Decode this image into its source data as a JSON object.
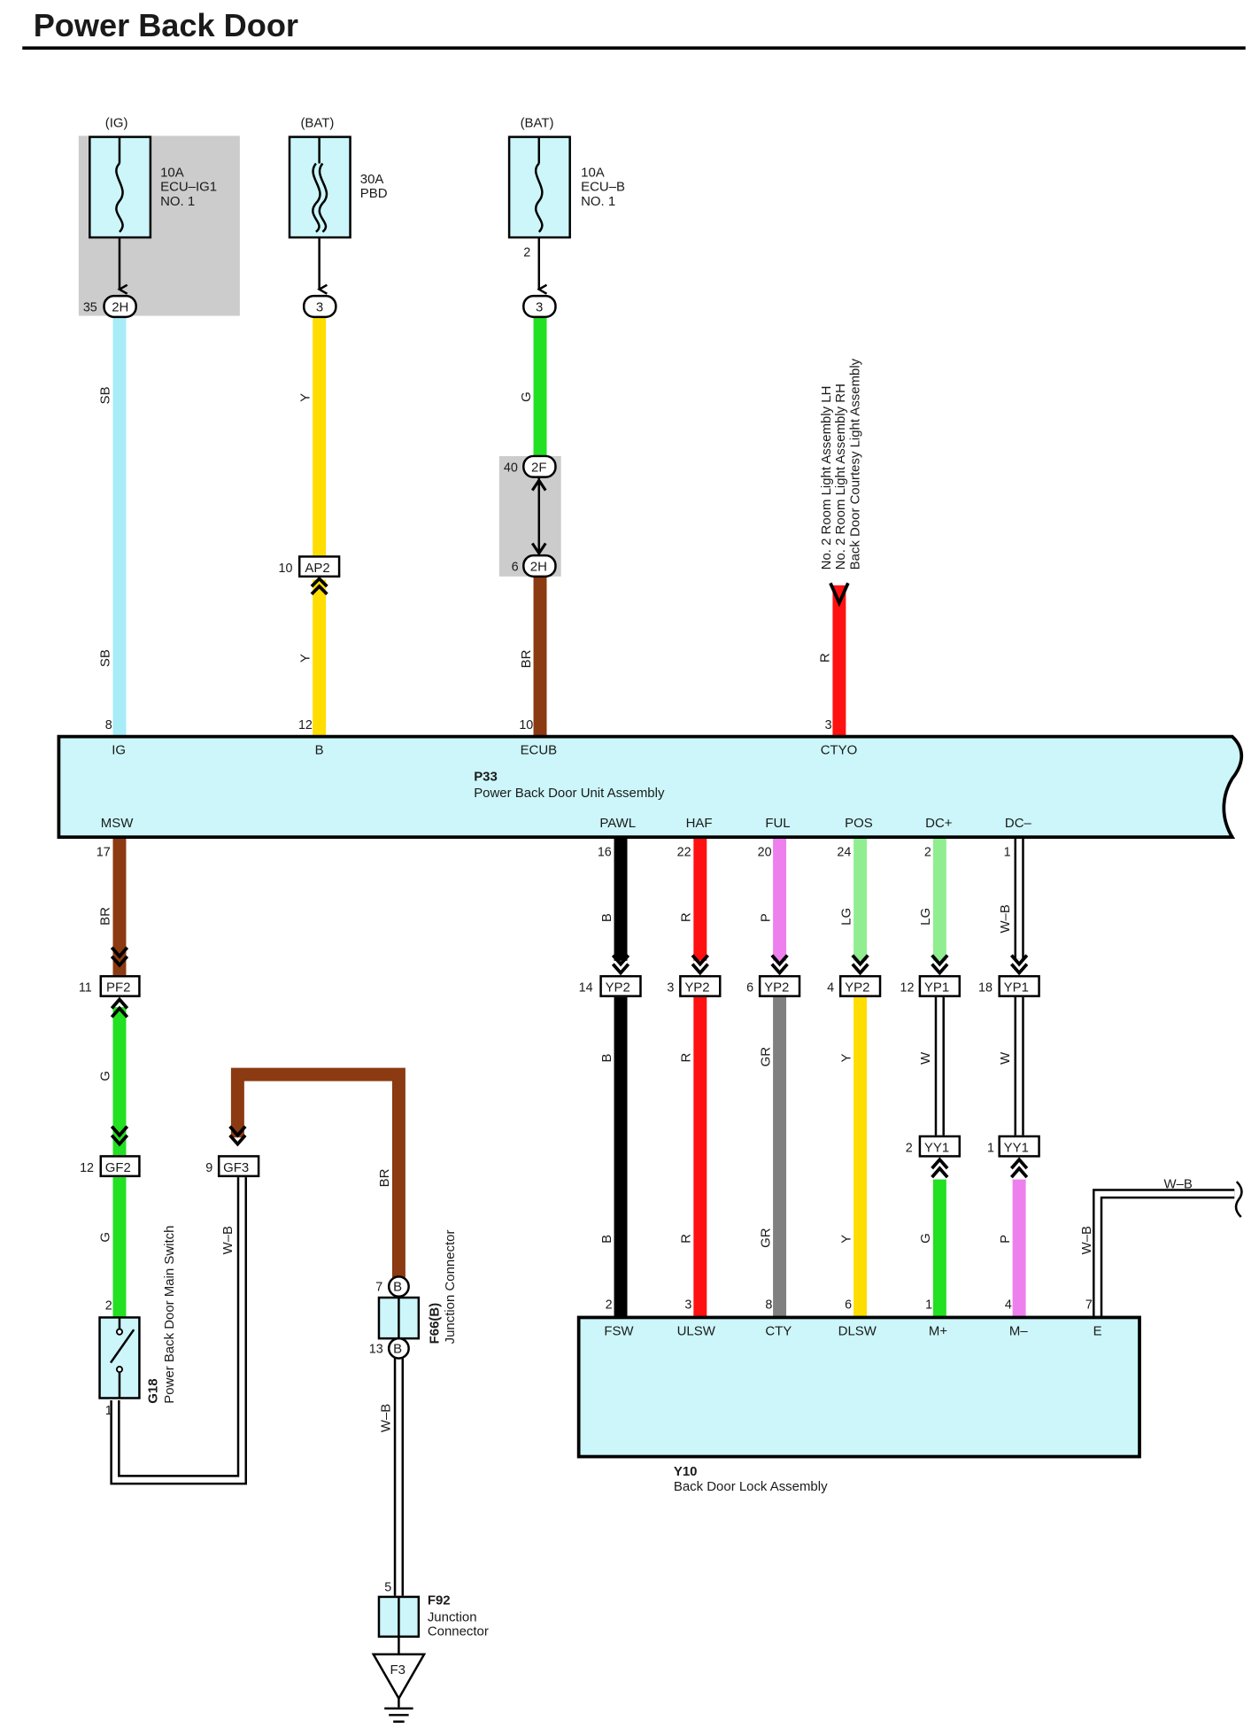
{
  "title": "Power Back Door",
  "fuses": [
    {
      "source": "(IG)",
      "rating": "10A",
      "name_lines": [
        "ECU–IG1",
        "NO. 1"
      ],
      "fuse_style": "single"
    },
    {
      "source": "(BAT)",
      "rating": "30A",
      "name_lines": [
        "PBD"
      ],
      "fuse_style": "double"
    },
    {
      "source": "(BAT)",
      "rating": "10A",
      "name_lines": [
        "ECU–B",
        "NO. 1"
      ],
      "fuse_style": "single"
    }
  ],
  "colors": {
    "SB": "#a8ecf8",
    "Y": "#ffdd00",
    "G": "#22e022",
    "BR": "#8b3a12",
    "R": "#ff1111",
    "B": "#000000",
    "P": "#ee80ee",
    "LG": "#90ee90",
    "GR": "#808080",
    "W": "#ffffff",
    "W-B": "#ffffff",
    "box_fill": "#ccf6f9",
    "gray_block": "#cccccc"
  },
  "junction_labels": {
    "c_2H_a": "2H",
    "c_3_a": "3",
    "c_3_b": "3",
    "c_2F": "2F",
    "c_2H_b": "2H",
    "c_AP2": "AP2",
    "c_PF2": "PF2",
    "c_GF2": "GF2",
    "c_GF3": "GF3",
    "c_YP2_1": "YP2",
    "c_YP2_2": "YP2",
    "c_YP2_3": "YP2",
    "c_YP2_4": "YP2",
    "c_YP1_1": "YP1",
    "c_YP1_2": "YP1",
    "c_YY1_1": "YY1",
    "c_YY1_2": "YY1",
    "c_B_a": "B",
    "c_B_b": "B"
  },
  "pins": {
    "p35": "35",
    "p2_fuse": "2",
    "p40": "40",
    "p6": "6",
    "p10_ap2": "10",
    "p8": "8",
    "p12_b": "12",
    "p10_ecub": "10",
    "p3_ctyo": "3",
    "p17": "17",
    "p16": "16",
    "p22": "22",
    "p20": "20",
    "p24": "24",
    "p2_dcp": "2",
    "p1_dcm": "1",
    "p11": "11",
    "p12_gf2": "12",
    "p9": "9",
    "p14": "14",
    "p3_yp2": "3",
    "p6_yp2": "6",
    "p4_yp2": "4",
    "p12_yp1": "12",
    "p18": "18",
    "p2_yy1": "2",
    "p1_yy1": "1",
    "p2_sw": "2",
    "p1_sw": "1",
    "p7_b": "7",
    "p13_b": "13",
    "p5_f92": "5",
    "y2": "2",
    "y3": "3",
    "y8": "8",
    "y6": "6",
    "y1": "1",
    "y4": "4",
    "y7": "7"
  },
  "wire_labels": {
    "w_sb1": "SB",
    "w_sb2": "SB",
    "w_y1": "Y",
    "w_y2": "Y",
    "w_g1": "G",
    "w_br1": "BR",
    "w_r1": "R",
    "w_br_msw": "BR",
    "w_g_pf": "G",
    "w_g_gf": "G",
    "w_wb_gf3": "W–B",
    "w_br_loop": "BR",
    "w_wb_f66": "W–B",
    "w_b1": "B",
    "w_r2": "R",
    "w_p1": "P",
    "w_lg1": "LG",
    "w_lg2": "LG",
    "w_wb1": "W–B",
    "w_b2": "B",
    "w_r3": "R",
    "w_gr1": "GR",
    "w_y3": "Y",
    "w_w1": "W",
    "w_w2": "W",
    "w_b3": "B",
    "w_r4": "R",
    "w_gr2": "GR",
    "w_y4": "Y",
    "w_g2": "G",
    "w_p2": "P",
    "w_wb_e": "W–B",
    "w_wb_right": "W–B"
  },
  "p33": {
    "code": "P33",
    "name": "Power Back Door Unit Assembly",
    "terminals_top": [
      "IG",
      "B",
      "ECUB",
      "CTYO"
    ],
    "terminals_bottom": [
      "MSW",
      "PAWL",
      "HAF",
      "FUL",
      "POS",
      "DC+",
      "DC–"
    ]
  },
  "y10": {
    "code": "Y10",
    "name": "Back Door Lock Assembly",
    "terminals": [
      "FSW",
      "ULSW",
      "CTY",
      "DLSW",
      "M+",
      "M–",
      "E"
    ]
  },
  "g18": {
    "code": "G18",
    "name": "Power Back Door Main Switch"
  },
  "f66": {
    "code": "F66(B)",
    "name": "Junction Connector"
  },
  "f92": {
    "code": "F92",
    "name_lines": [
      "Junction",
      "Connector"
    ]
  },
  "ground": "F3",
  "ctyo_destinations": [
    "No. 2 Room Light Assembly LH",
    "No. 2 Room Light Assembly RH",
    "Back Door Courtesy Light Assembly"
  ]
}
